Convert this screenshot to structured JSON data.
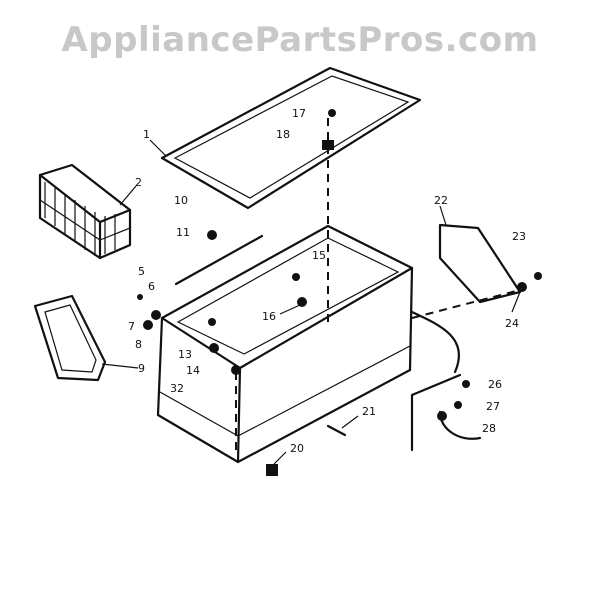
{
  "watermark": "AppliancePartsPros.com",
  "callouts": [
    "1",
    "2",
    "5",
    "6",
    "7",
    "8",
    "9",
    "10",
    "11",
    "13",
    "14",
    "15",
    "16",
    "17",
    "18",
    "20",
    "21",
    "22",
    "23",
    "24",
    "26",
    "27",
    "28",
    "32"
  ]
}
